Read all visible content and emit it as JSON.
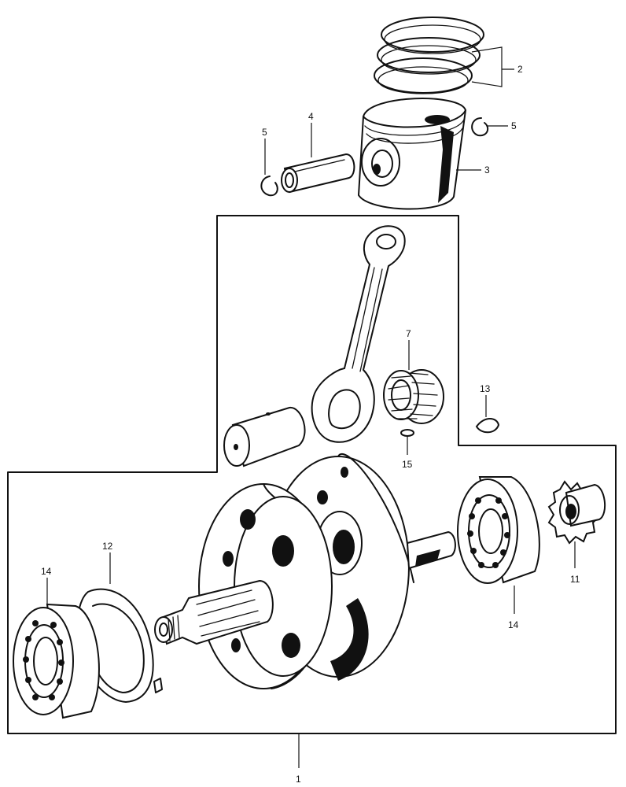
{
  "callouts": {
    "c1": "1",
    "c2": "2",
    "c3": "3",
    "c4": "4",
    "c5a": "5",
    "c5b": "5",
    "c7": "7",
    "c11": "11",
    "c12": "12",
    "c13": "13",
    "c14a": "14",
    "c14b": "14",
    "c15": "15"
  },
  "colors": {
    "ink": "#111111",
    "paper": "#ffffff"
  }
}
